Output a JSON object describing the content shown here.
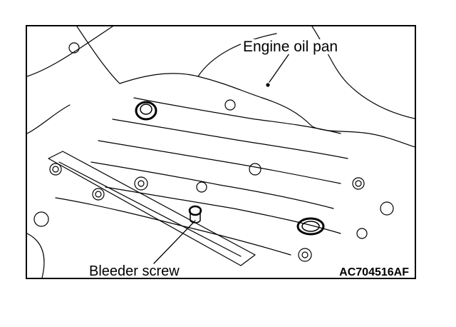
{
  "labels": {
    "engine_oil_pan": "Engine oil pan",
    "bleeder_screw": "Bleeder screw",
    "figure_code": "AC704516AF"
  },
  "colors": {
    "ink": "#000000",
    "paper": "#ffffff"
  }
}
